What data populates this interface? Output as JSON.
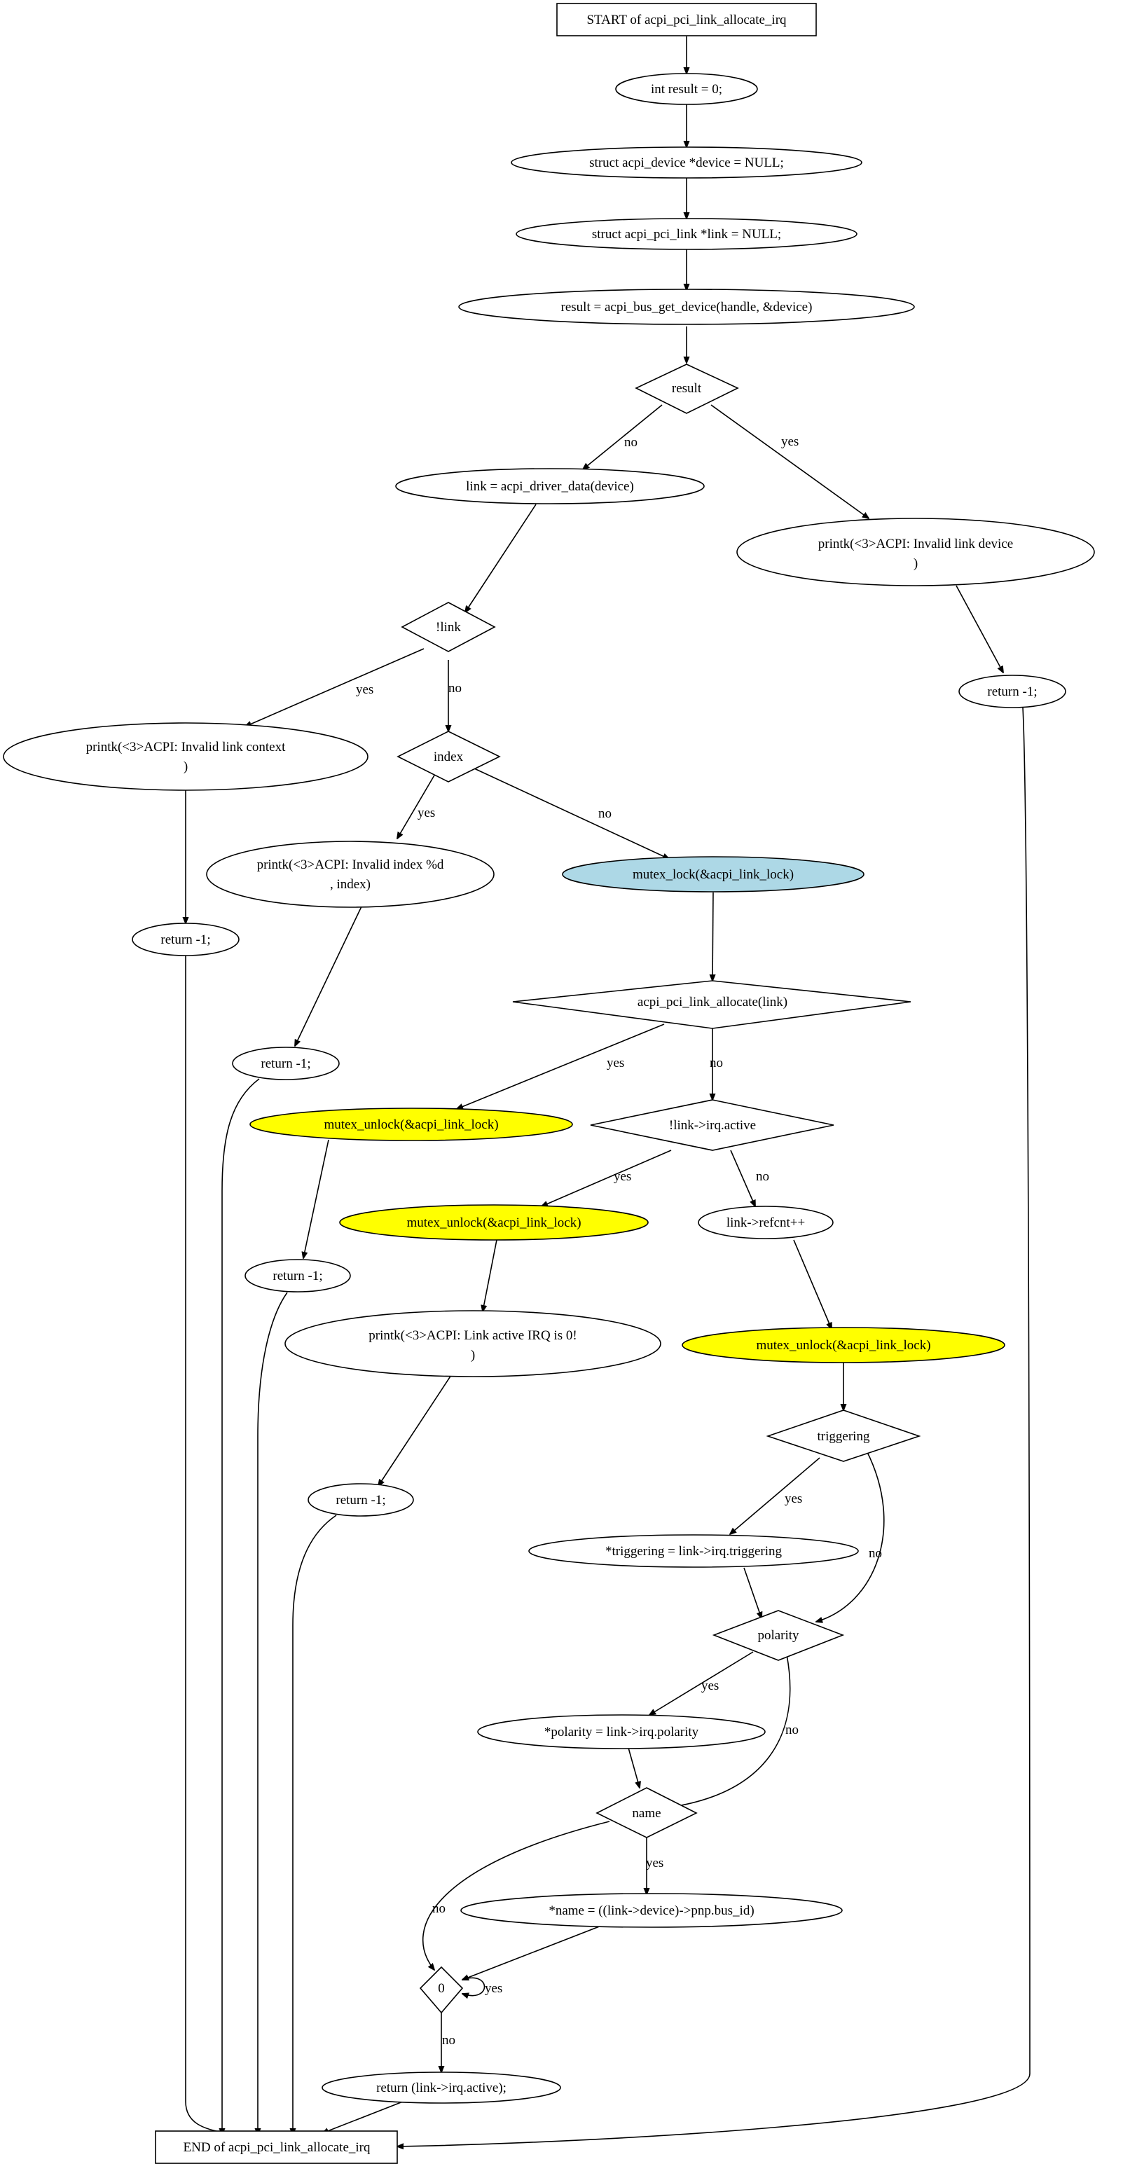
{
  "nodes": {
    "start": "START of acpi_pci_link_allocate_irq",
    "n1": "int result = 0;",
    "n2": "struct acpi_device *device = NULL;",
    "n3": "struct acpi_pci_link *link = NULL;",
    "n4": "result = acpi_bus_get_device(handle, &device)",
    "d_result": "result",
    "n5": "link = acpi_driver_data(device)",
    "n6a": "printk(<3>ACPI: Invalid link device",
    "n6b": ")",
    "r1": "return -1;",
    "d_link": "!link",
    "n7a": "printk(<3>ACPI: Invalid link context",
    "n7b": ")",
    "d_index": "index",
    "r2": "return -1;",
    "n8a": "printk(<3>ACPI: Invalid index %d",
    "n8b": ", index)",
    "n9": "mutex_lock(&acpi_link_lock)",
    "r3": "return -1;",
    "d_alloc": "acpi_pci_link_allocate(link)",
    "n10": "mutex_unlock(&acpi_link_lock)",
    "d_active": "!link->irq.active",
    "r4": "return -1;",
    "n11": "mutex_unlock(&acpi_link_lock)",
    "n12": "link->refcnt++",
    "n13a": "printk(<3>ACPI: Link active IRQ is 0!",
    "n13b": ")",
    "n14": "mutex_unlock(&acpi_link_lock)",
    "r5": "return -1;",
    "d_trig": "triggering",
    "n15": "*triggering = link->irq.triggering",
    "d_pol": "polarity",
    "n16": "*polarity = link->irq.polarity",
    "d_name": "name",
    "n17": "*name = ((link->device)->pnp.bus_id)",
    "d_zero": "0",
    "n18": "return (link->irq.active);",
    "end": "END of acpi_pci_link_allocate_irq"
  },
  "edge_labels": {
    "yes": "yes",
    "no": "no"
  },
  "colors": {
    "mutex_lock_fill": "#add8e6",
    "mutex_unlock_fill": "#ffff00",
    "default_fill": "#ffffff",
    "stroke": "#000000"
  }
}
